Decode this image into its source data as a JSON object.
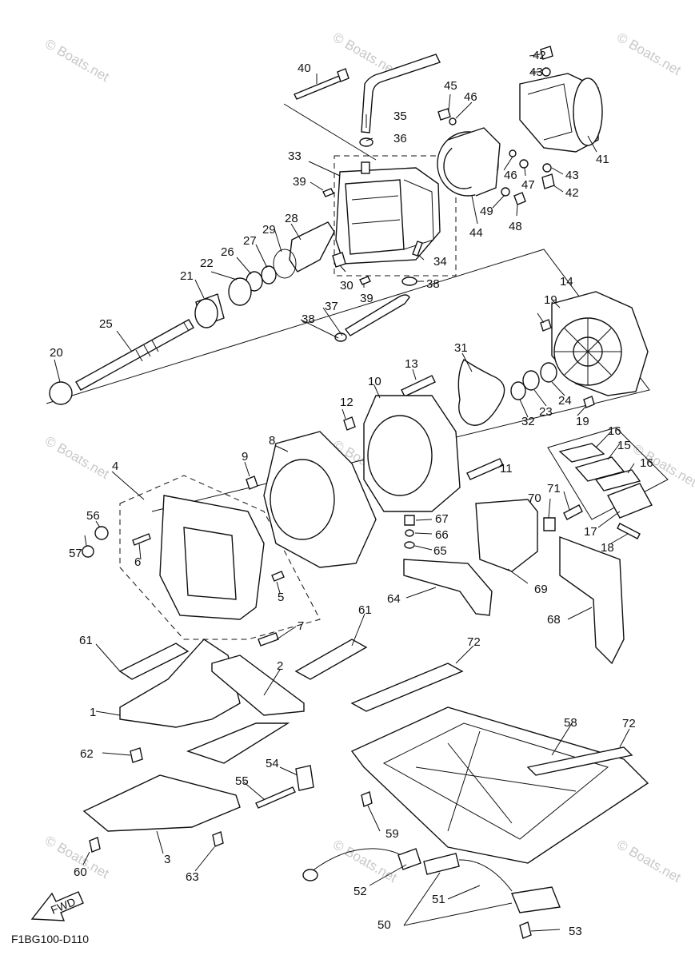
{
  "diagram": {
    "code": "F1BG100-D110",
    "fwd_label": "FWD",
    "watermark": "© Boats.net",
    "part_numbers": [
      "1",
      "2",
      "3",
      "4",
      "5",
      "6",
      "7",
      "8",
      "9",
      "10",
      "11",
      "12",
      "13",
      "14",
      "15",
      "16",
      "16",
      "17",
      "18",
      "19",
      "19",
      "20",
      "21",
      "22",
      "23",
      "24",
      "25",
      "26",
      "27",
      "28",
      "29",
      "30",
      "31",
      "32",
      "33",
      "34",
      "35",
      "36",
      "37",
      "38",
      "38",
      "39",
      "39",
      "40",
      "41",
      "42",
      "42",
      "43",
      "43",
      "44",
      "45",
      "46",
      "46",
      "47",
      "48",
      "49",
      "50",
      "51",
      "52",
      "53",
      "54",
      "55",
      "56",
      "57",
      "58",
      "59",
      "60",
      "61",
      "61",
      "62",
      "63",
      "64",
      "65",
      "66",
      "67",
      "68",
      "69",
      "70",
      "71",
      "72",
      "72"
    ]
  }
}
